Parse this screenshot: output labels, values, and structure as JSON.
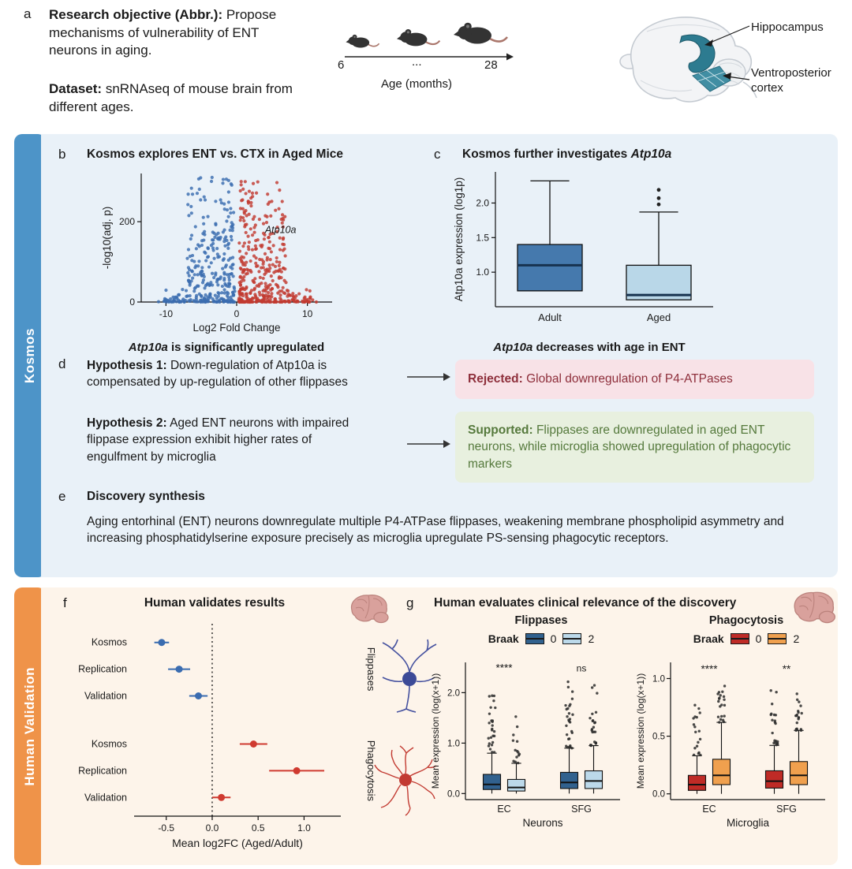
{
  "panel_a": {
    "label": "a",
    "objective_heading": "Research objective (Abbr.):",
    "objective_text": " Propose mechanisms of vulnerability of ENT neurons in aging.",
    "dataset_heading": "Dataset:",
    "dataset_text": " snRNAseq of mouse brain from different ages.",
    "mice": {
      "age_start": "6",
      "age_mid": "...",
      "age_end": "28",
      "axis_label": "Age (months)"
    },
    "brain": {
      "label_hippocampus": "Hippocampus",
      "label_ventroposterior": "Ventroposterior cortex"
    }
  },
  "kosmos": {
    "sidebar_label": "Kosmos",
    "accent_color": "#4d94c8",
    "panel_bg": "#e9f1f8",
    "b": {
      "label": "b",
      "title": "Kosmos explores ENT vs. CTX in Aged Mice",
      "caption_gene": "Atp10a",
      "caption_text": " is significantly upregulated"
    },
    "c": {
      "label": "c",
      "title_prefix": "Kosmos further investigates ",
      "title_gene": "Atp10a",
      "caption_gene": "Atp10a",
      "caption_text": " decreases with age in ENT"
    },
    "d": {
      "label": "d",
      "hyp1_heading": "Hypothesis 1:",
      "hyp1_text": " Down-regulation of Atp10a is compensated by up-regulation of other flippases",
      "rejected_heading": "Rejected:",
      "rejected_text": " Global downregulation of P4-ATPases",
      "hyp2_heading": "Hypothesis 2:",
      "hyp2_text": " Aged ENT neurons with impaired flippase expression exhibit higher rates of engulfment by microglia",
      "supported_heading": "Supported:",
      "supported_text": " Flippases are downregulated in aged ENT neurons, while microglia showed upregulation of phagocytic markers"
    },
    "e": {
      "label": "e",
      "title": "Discovery synthesis",
      "text": "Aging entorhinal (ENT) neurons downregulate multiple P4-ATPase flippases, weakening membrane phospholipid asymmetry and increasing phosphatidylserine exposure precisely as microglia upregulate PS-sensing phagocytic receptors."
    }
  },
  "human": {
    "sidebar_label": "Human Validation",
    "accent_color": "#ef9349",
    "panel_bg": "#fdf4ea",
    "f": {
      "label": "f",
      "title": "Human validates results"
    },
    "g": {
      "label": "g",
      "title": "Human evaluates clinical relevance of the discovery",
      "flippases": {
        "title": "Flippases",
        "legend_label": "Braak",
        "legend": [
          {
            "label": "0",
            "color": "#31618e"
          },
          {
            "label": "2",
            "color": "#bcd9ea"
          }
        ]
      },
      "phagocytosis": {
        "title": "Phagocytosis",
        "legend_label": "Braak",
        "legend": [
          {
            "label": "0",
            "color": "#bf2b26"
          },
          {
            "label": "2",
            "color": "#f0a04e"
          }
        ]
      }
    }
  },
  "chart_data": [
    {
      "id": "volcano",
      "type": "scatter",
      "subtype": "volcano",
      "xlabel": "Log2 Fold Change",
      "ylabel": "-log10(adj. p)",
      "xlim": [
        -13.5,
        13.5
      ],
      "ylim": [
        0,
        320
      ],
      "xticks": [
        -10,
        0,
        10
      ],
      "yticks": [
        0,
        200
      ],
      "xtick_dec": 0,
      "ytick_dec": 0,
      "annotation": {
        "text": "Atp10a",
        "x": 4.0,
        "y": 172
      },
      "points": {
        "seed": 7,
        "n_down": 330,
        "n_up": 390,
        "down_color": "#3a6cb0",
        "up_color": "#c23a31"
      }
    },
    {
      "id": "box_atp10a",
      "type": "box",
      "ylabel": "Atp10a expression (log1p)",
      "ylim": [
        0.5,
        2.45
      ],
      "yticks": [
        1.0,
        1.5,
        2.0
      ],
      "ytick_dec": 1,
      "boxes": [
        {
          "label": "Adult",
          "q1": 0.73,
          "median": 1.1,
          "q3": 1.4,
          "whisker_low": 0.73,
          "whisker_high": 2.32,
          "fill": "#4579ad",
          "median_color": "#17324f",
          "outliers": []
        },
        {
          "label": "Aged",
          "q1": 0.6,
          "median": 0.67,
          "q3": 1.1,
          "whisker_low": 0.6,
          "whisker_high": 1.87,
          "fill": "#b9d7e8",
          "median_color": "#17324f",
          "outliers": [
            1.98,
            2.07,
            2.19
          ]
        }
      ]
    },
    {
      "id": "forest",
      "type": "forest",
      "xlabel": "Mean log2FC (Aged/Adult)",
      "xlim": [
        -0.85,
        1.4
      ],
      "xticks": [
        -0.5,
        0.0,
        0.5,
        1.0
      ],
      "xtick_dec": 1,
      "ref_line": 0,
      "groups": [
        {
          "name": "Flippases",
          "color": "#3a6cb0",
          "rows": [
            {
              "label": "Kosmos",
              "value": -0.55,
              "lo": -0.63,
              "hi": -0.47
            },
            {
              "label": "Replication",
              "value": -0.36,
              "lo": -0.48,
              "hi": -0.24
            },
            {
              "label": "Validation",
              "value": -0.15,
              "lo": -0.25,
              "hi": -0.05
            }
          ]
        },
        {
          "name": "Phagocytosis",
          "color": "#cf3a30",
          "rows": [
            {
              "label": "Kosmos",
              "value": 0.45,
              "lo": 0.3,
              "hi": 0.6
            },
            {
              "label": "Replication",
              "value": 0.92,
              "lo": 0.62,
              "hi": 1.22
            },
            {
              "label": "Validation",
              "value": 0.1,
              "lo": 0.0,
              "hi": 0.2
            }
          ]
        }
      ]
    },
    {
      "id": "g_flippases",
      "type": "grouped_box",
      "title": "Flippases",
      "ylabel": "Mean expression (log(x+1))",
      "xlabel": "Neurons",
      "ylim": [
        -0.12,
        2.6
      ],
      "yticks": [
        0.0,
        1.0,
        2.0
      ],
      "ytick_dec": 1,
      "sig_y": 2.42,
      "seed": 11,
      "groups": [
        {
          "label": "EC",
          "sig": "****",
          "boxes": [
            {
              "legend": "0",
              "q1": 0.08,
              "median": 0.18,
              "q3": 0.38,
              "whisker_low": 0.0,
              "whisker_high": 0.8,
              "fill": "#31618e",
              "out_max": 2.3,
              "n_out": 26
            },
            {
              "legend": "2",
              "q1": 0.05,
              "median": 0.12,
              "q3": 0.28,
              "whisker_low": 0.0,
              "whisker_high": 0.6,
              "fill": "#bcd9ea",
              "out_max": 1.55,
              "n_out": 14
            }
          ]
        },
        {
          "label": "SFG",
          "sig": "ns",
          "boxes": [
            {
              "legend": "0",
              "q1": 0.1,
              "median": 0.22,
              "q3": 0.42,
              "whisker_low": 0.0,
              "whisker_high": 0.9,
              "fill": "#31618e",
              "out_max": 2.28,
              "n_out": 28
            },
            {
              "legend": "2",
              "q1": 0.1,
              "median": 0.25,
              "q3": 0.45,
              "whisker_low": 0.0,
              "whisker_high": 0.95,
              "fill": "#bcd9ea",
              "out_max": 2.15,
              "n_out": 24
            }
          ]
        }
      ]
    },
    {
      "id": "g_phagocytosis",
      "type": "grouped_box",
      "title": "Phagocytosis",
      "ylabel": "Mean expression (log(x+1))",
      "xlabel": "Microglia",
      "ylim": [
        -0.05,
        1.14
      ],
      "yticks": [
        0.0,
        0.5,
        1.0
      ],
      "ytick_dec": 1,
      "sig_y": 1.05,
      "seed": 23,
      "groups": [
        {
          "label": "EC",
          "sig": "****",
          "boxes": [
            {
              "legend": "0",
              "q1": 0.03,
              "median": 0.08,
              "q3": 0.16,
              "whisker_low": 0.0,
              "whisker_high": 0.33,
              "fill": "#bf2b26",
              "out_max": 0.78,
              "n_out": 18
            },
            {
              "legend": "2",
              "q1": 0.08,
              "median": 0.16,
              "q3": 0.3,
              "whisker_low": 0.0,
              "whisker_high": 0.62,
              "fill": "#f0a04e",
              "out_max": 1.0,
              "n_out": 20
            }
          ]
        },
        {
          "label": "SFG",
          "sig": "**",
          "boxes": [
            {
              "legend": "0",
              "q1": 0.05,
              "median": 0.11,
              "q3": 0.2,
              "whisker_low": 0.0,
              "whisker_high": 0.42,
              "fill": "#bf2b26",
              "out_max": 0.9,
              "n_out": 20
            },
            {
              "legend": "2",
              "q1": 0.08,
              "median": 0.16,
              "q3": 0.28,
              "whisker_low": 0.0,
              "whisker_high": 0.55,
              "fill": "#f0a04e",
              "out_max": 0.92,
              "n_out": 20
            }
          ]
        }
      ]
    }
  ]
}
